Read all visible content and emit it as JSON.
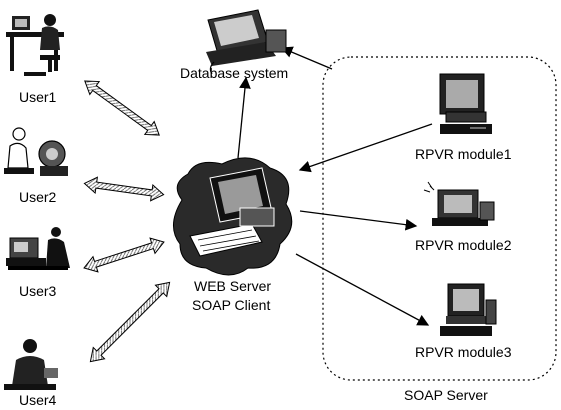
{
  "nodes": {
    "user1": "User1",
    "user2": "User2",
    "user3": "User3",
    "user4": "User4",
    "database": "Database system",
    "web_server_line1": "WEB Server",
    "web_server_line2": "SOAP Client",
    "rpvr1": "RPVR module1",
    "rpvr2": "RPVR module2",
    "rpvr3": "RPVR module3",
    "soap_server": "SOAP Server"
  }
}
